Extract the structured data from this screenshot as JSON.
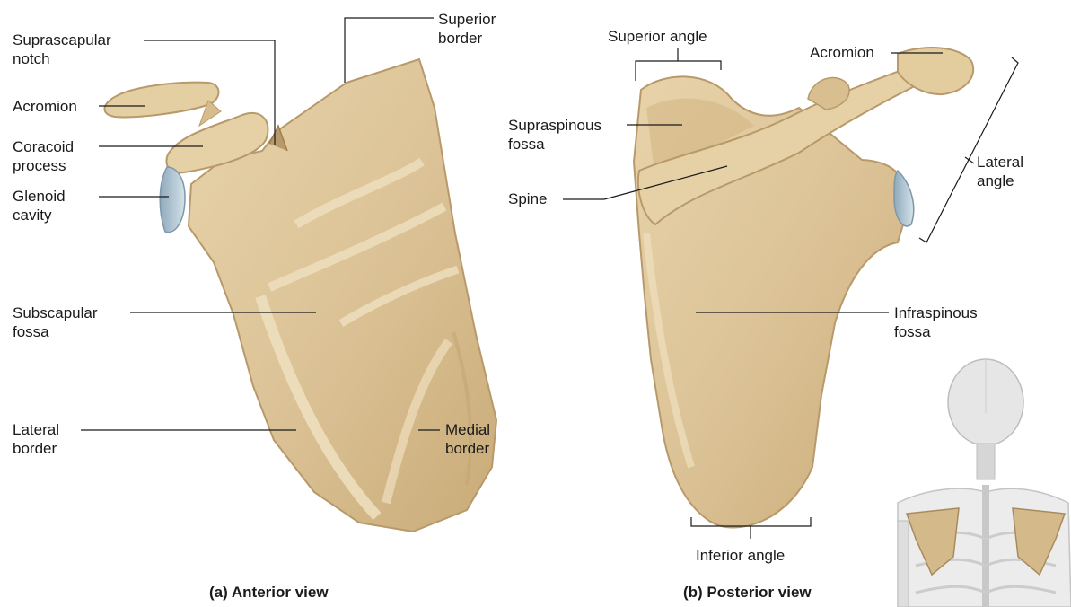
{
  "anterior": {
    "caption": "(a) Anterior view",
    "labels": {
      "suprascapular_notch": [
        "Suprascapular",
        "notch"
      ],
      "superior_border": [
        "Superior",
        "border"
      ],
      "acromion": [
        "Acromion"
      ],
      "coracoid_process": [
        "Coracoid",
        "process"
      ],
      "glenoid_cavity": [
        "Glenoid",
        "cavity"
      ],
      "subscapular_fossa": [
        "Subscapular",
        "fossa"
      ],
      "lateral_border": [
        "Lateral",
        "border"
      ],
      "medial_border": [
        "Medial",
        "border"
      ]
    }
  },
  "posterior": {
    "caption": "(b) Posterior view",
    "labels": {
      "superior_angle": [
        "Superior angle"
      ],
      "acromion": [
        "Acromion"
      ],
      "supraspinous_fossa": [
        "Supraspinous",
        "fossa"
      ],
      "lateral_angle": [
        "Lateral",
        "angle"
      ],
      "spine": [
        "Spine"
      ],
      "infraspinous_fossa": [
        "Infraspinous",
        "fossa"
      ],
      "inferior_angle": [
        "Inferior angle"
      ]
    }
  },
  "colors": {
    "bone": "#dcc397",
    "bone_shadow": "#c4a674",
    "bone_highlight": "#efe0bf",
    "cartilage": "#b9cedb",
    "skeleton": "#e2e2e2"
  }
}
